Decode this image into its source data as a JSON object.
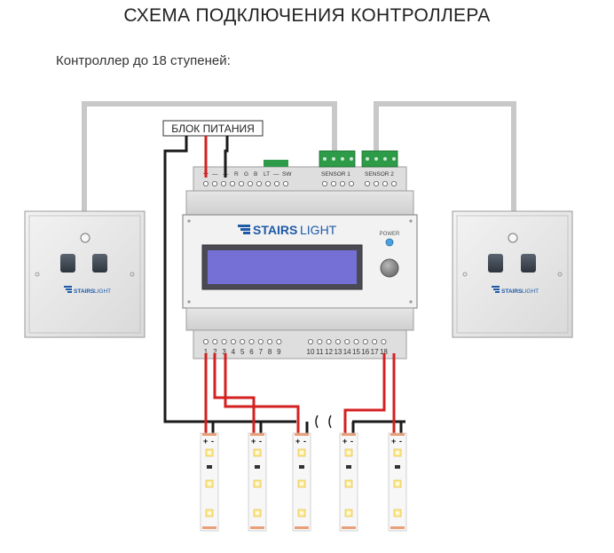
{
  "title": "СХЕМА ПОДКЛЮЧЕНИЯ КОНТРОЛЛЕРА",
  "subtitle": "Контроллер до 18 ступеней:",
  "power_supply_label": "БЛОК ПИТАНИЯ",
  "controller": {
    "brand_bold": "STAIRS",
    "brand_light": "LIGHT",
    "power_label": "POWER",
    "top_terminals": {
      "plus": "+",
      "minus1": "—",
      "minus2": "—",
      "r": "R",
      "g": "G",
      "b": "B",
      "lt": "LT",
      "dash": "—",
      "sw": "SW"
    },
    "sensor1_label": "SENSOR 1",
    "sensor2_label": "SENSOR 2",
    "bottom_terminals": [
      "1",
      "2",
      "3",
      "4",
      "5",
      "6",
      "7",
      "8",
      "9",
      "10",
      "11",
      "12",
      "13",
      "14",
      "15",
      "16",
      "17",
      "18"
    ]
  },
  "sensor_panel": {
    "brand_bold": "STAIRS",
    "brand_light": "LIGHT"
  },
  "led_strip": {
    "plus": "+",
    "minus": "-"
  },
  "colors": {
    "red_wire": "#d42020",
    "black_wire": "#1a1a1a",
    "gray_cable": "#c8c8c8",
    "terminal_green": "#2e9b48",
    "brand_blue": "#1e5aa8",
    "power_led": "#4aa3e0",
    "lcd": "#6f6ad0"
  }
}
